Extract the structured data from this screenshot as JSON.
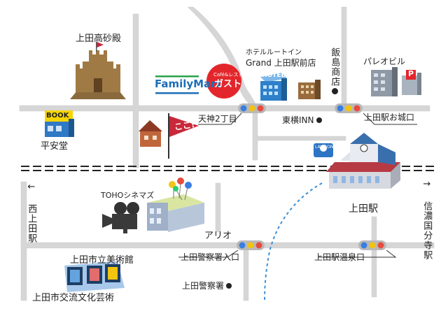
{
  "landmarks": {
    "castle": "上田高砂殿",
    "familymart": "FamilyMart",
    "gusto_small": "Café&レストラン",
    "gusto": "ガスト",
    "hotel_chain": "ホテルルートイン",
    "hotel_name": "Grand 上田駅前店",
    "hotel_sign": "HOTEL",
    "iijima": "飯島商店",
    "paleo": "パレオビル",
    "parking": "P",
    "book_sign": "BOOK",
    "heiando": "平安堂",
    "koko": "ここ!",
    "toho": "TOHOシネマズ",
    "ario": "アリオ",
    "toyoko": "東横INN",
    "station": "上田駅",
    "art_museum": "上田市立美術館",
    "culture_center": "上田市交流文化芸術",
    "police": "上田警察署",
    "bus_sign": "LAWSON"
  },
  "intersections": {
    "tenjin": "天神2丁目",
    "oshiroguchi": "上田駅お城口",
    "police_entrance": "上田警察署入口",
    "onsenguchi": "上田駅温泉口"
  },
  "directions": {
    "west": "← 西上田駅",
    "east": "→ 信濃国分寺駅"
  },
  "colors": {
    "road": "#d4d4d4",
    "rail": "#222222",
    "gusto_red": "#e3262b",
    "familymart_blue": "#1d6fb8",
    "station_blue": "#3a6fae",
    "path_blue": "#3a8fd6",
    "flag_red": "#c8283a"
  }
}
